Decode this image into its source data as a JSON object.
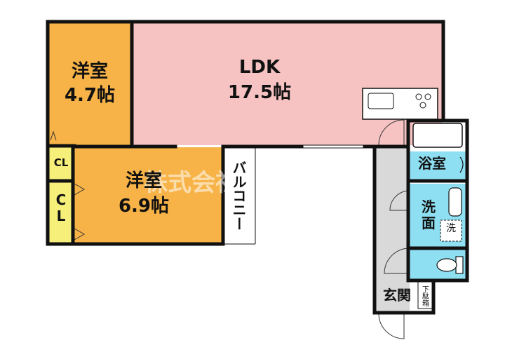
{
  "rooms": {
    "western_room_1": {
      "name": "洋室",
      "size": "4.7帖"
    },
    "ldk": {
      "name": "LDK",
      "size": "17.5帖"
    },
    "western_room_2": {
      "name": "洋室",
      "size": "6.9帖"
    },
    "closet_1": {
      "name": "CL"
    },
    "closet_2": {
      "name": "C\nL"
    },
    "balcony": {
      "name": "バルコニー"
    },
    "bathroom": {
      "name": "浴室"
    },
    "washroom": {
      "name": "洗\n面"
    },
    "washer_space": {
      "name": "洗"
    },
    "entrance": {
      "name": "玄関"
    },
    "shoe_box": {
      "name": "下駄箱"
    }
  },
  "watermark": {
    "text": "株式会社"
  },
  "colors": {
    "western_room": "#f7b347",
    "ldk": "#f6c2c2",
    "closet": "#f6f07a",
    "wet_area": "#8edff2",
    "hallway": "#d9d9d9",
    "wall": "#111111"
  }
}
